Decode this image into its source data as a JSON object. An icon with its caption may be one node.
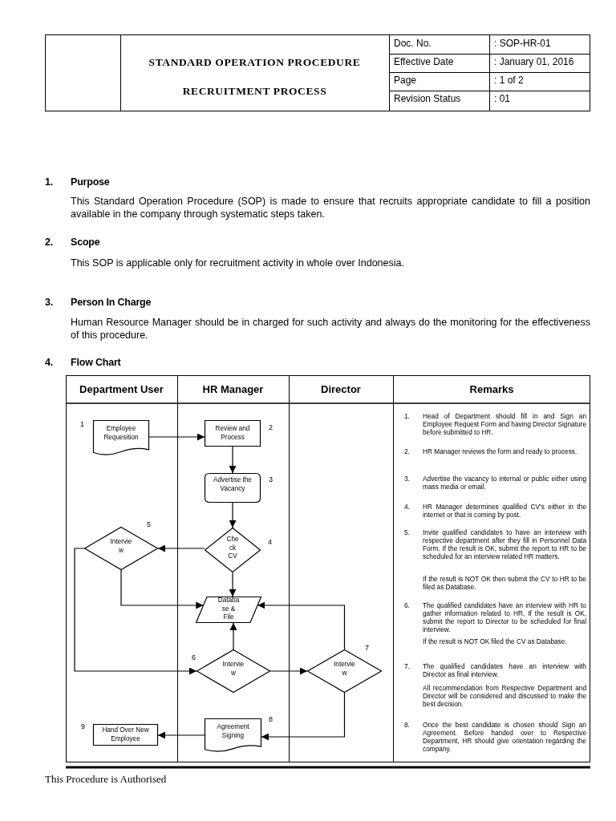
{
  "diagram": {
    "title": "STANDARD OPERATION PROCEDURE",
    "nodes": [
      {
        "text": [
          "Employee Requesition"
        ],
        "beside": [
          "1"
        ]
      },
      {
        "text": [
          "Review and Process"
        ],
        "beside": [
          "2"
        ]
      },
      {
        "text": [
          "Advertise the Vacancy"
        ],
        "beside": [
          "3"
        ]
      },
      {
        "text": [
          "Che ck CV"
        ],
        "beside": [
          "4"
        ]
      },
      {
        "text": [
          "Intervie w"
        ],
        "beside": [
          "5"
        ]
      },
      {
        "text": [
          "Databa se & File"
        ]
      },
      {
        "text": [
          "Intervie w"
        ],
        "beside": [
          "6"
        ]
      },
      {
        "text": [
          "Intervie w"
        ],
        "beside": [
          "7"
        ]
      },
      {
        "text": [
          "Agreement Signing"
        ],
        "beside": [
          "8"
        ]
      },
      {
        "text": [
          "Hand Over New Employee"
        ],
        "beside": [
          "9"
        ]
      }
    ],
    "edges": [
      {
        "from": 0,
        "to": 1,
        "arrow": "to"
      },
      {
        "from": 1,
        "to": 2,
        "arrow": "to"
      },
      {
        "from": 2,
        "to": 3,
        "arrow": "to"
      },
      {
        "from": 3,
        "to": 4,
        "arrow": "to"
      },
      {
        "from": 3,
        "to": 5,
        "arrow": "to"
      },
      {
        "from": 4,
        "to": 5,
        "arrow": "to"
      },
      {
        "from": 4,
        "to": 6,
        "arrow": "to"
      },
      {
        "from": 6,
        "to": 5,
        "arrow": "to"
      },
      {
        "from": 6,
        "to": 7,
        "arrow": "to"
      },
      {
        "from": 7,
        "to": 5,
        "arrow": "to"
      },
      {
        "from": 7,
        "to": 8,
        "arrow": "to"
      },
      {
        "from": 8,
        "to": 9,
        "arrow": "to"
      }
    ],
    "labels": [
      "RECRUITMENT PROCESS",
      "Doc. No.",
      ": SOP-HR-01",
      "Effective Date",
      ": January 01, 2016",
      "Page",
      ": 1 of 2",
      "Revision Status",
      ": 01",
      "1.",
      "Purpose",
      "This Standard Operation Procedure (SOP) is made to ensure that recruits appropriate candidate to fill a position available in the company through systematic steps taken.",
      "2.",
      "Scope",
      "This SOP is applicable only for recruitment activity in whole over Indonesia.",
      "3.",
      "Person In Charge",
      "Human Resource Manager should be in charged for such activity and always do the monitoring for the effectiveness of this procedure.",
      "4.",
      "Flow Chart",
      "Department User",
      "HR Manager",
      "Director",
      "Remarks",
      "1.",
      "Head of Department should fill in and Sign an Employee Request Form and having Director Signature before submitted to HR.",
      "2.",
      "HR Manager reviews the form and ready to process.",
      "3.",
      "Advertise the vacancy to internal or public either using mass media or email.",
      "4.",
      "HR Manager determines qualified CV's either in the internet or that is coming by post.",
      "5.",
      "Invite qualified candidates to have an interview with respective department after they fill in Personnel Data Form. If the result is OK, submit the report to HR to be scheduled for an interview related HR matters.",
      "If the result is NOT OK then submit the CV to HR to be filed as Database.",
      "6.",
      "The qualified candidates have an interview with HR to gather information related to HR. If the result is OK, submit the report to Director to be scheduled for final interview.",
      "If the result is NOT OK filed the CV as Database.",
      "7.",
      "The qualified candidates have an interview with Director as final interview.",
      "All recommendation from Respective Department and Director will be considered and discussed to make the best decision.",
      "8.",
      "Once the best candidate is chosen should Sign an Agreement. Before handed over to Respective Department, HR should give orientation regarding the company.",
      "This Procedure is Authorised"
    ]
  }
}
